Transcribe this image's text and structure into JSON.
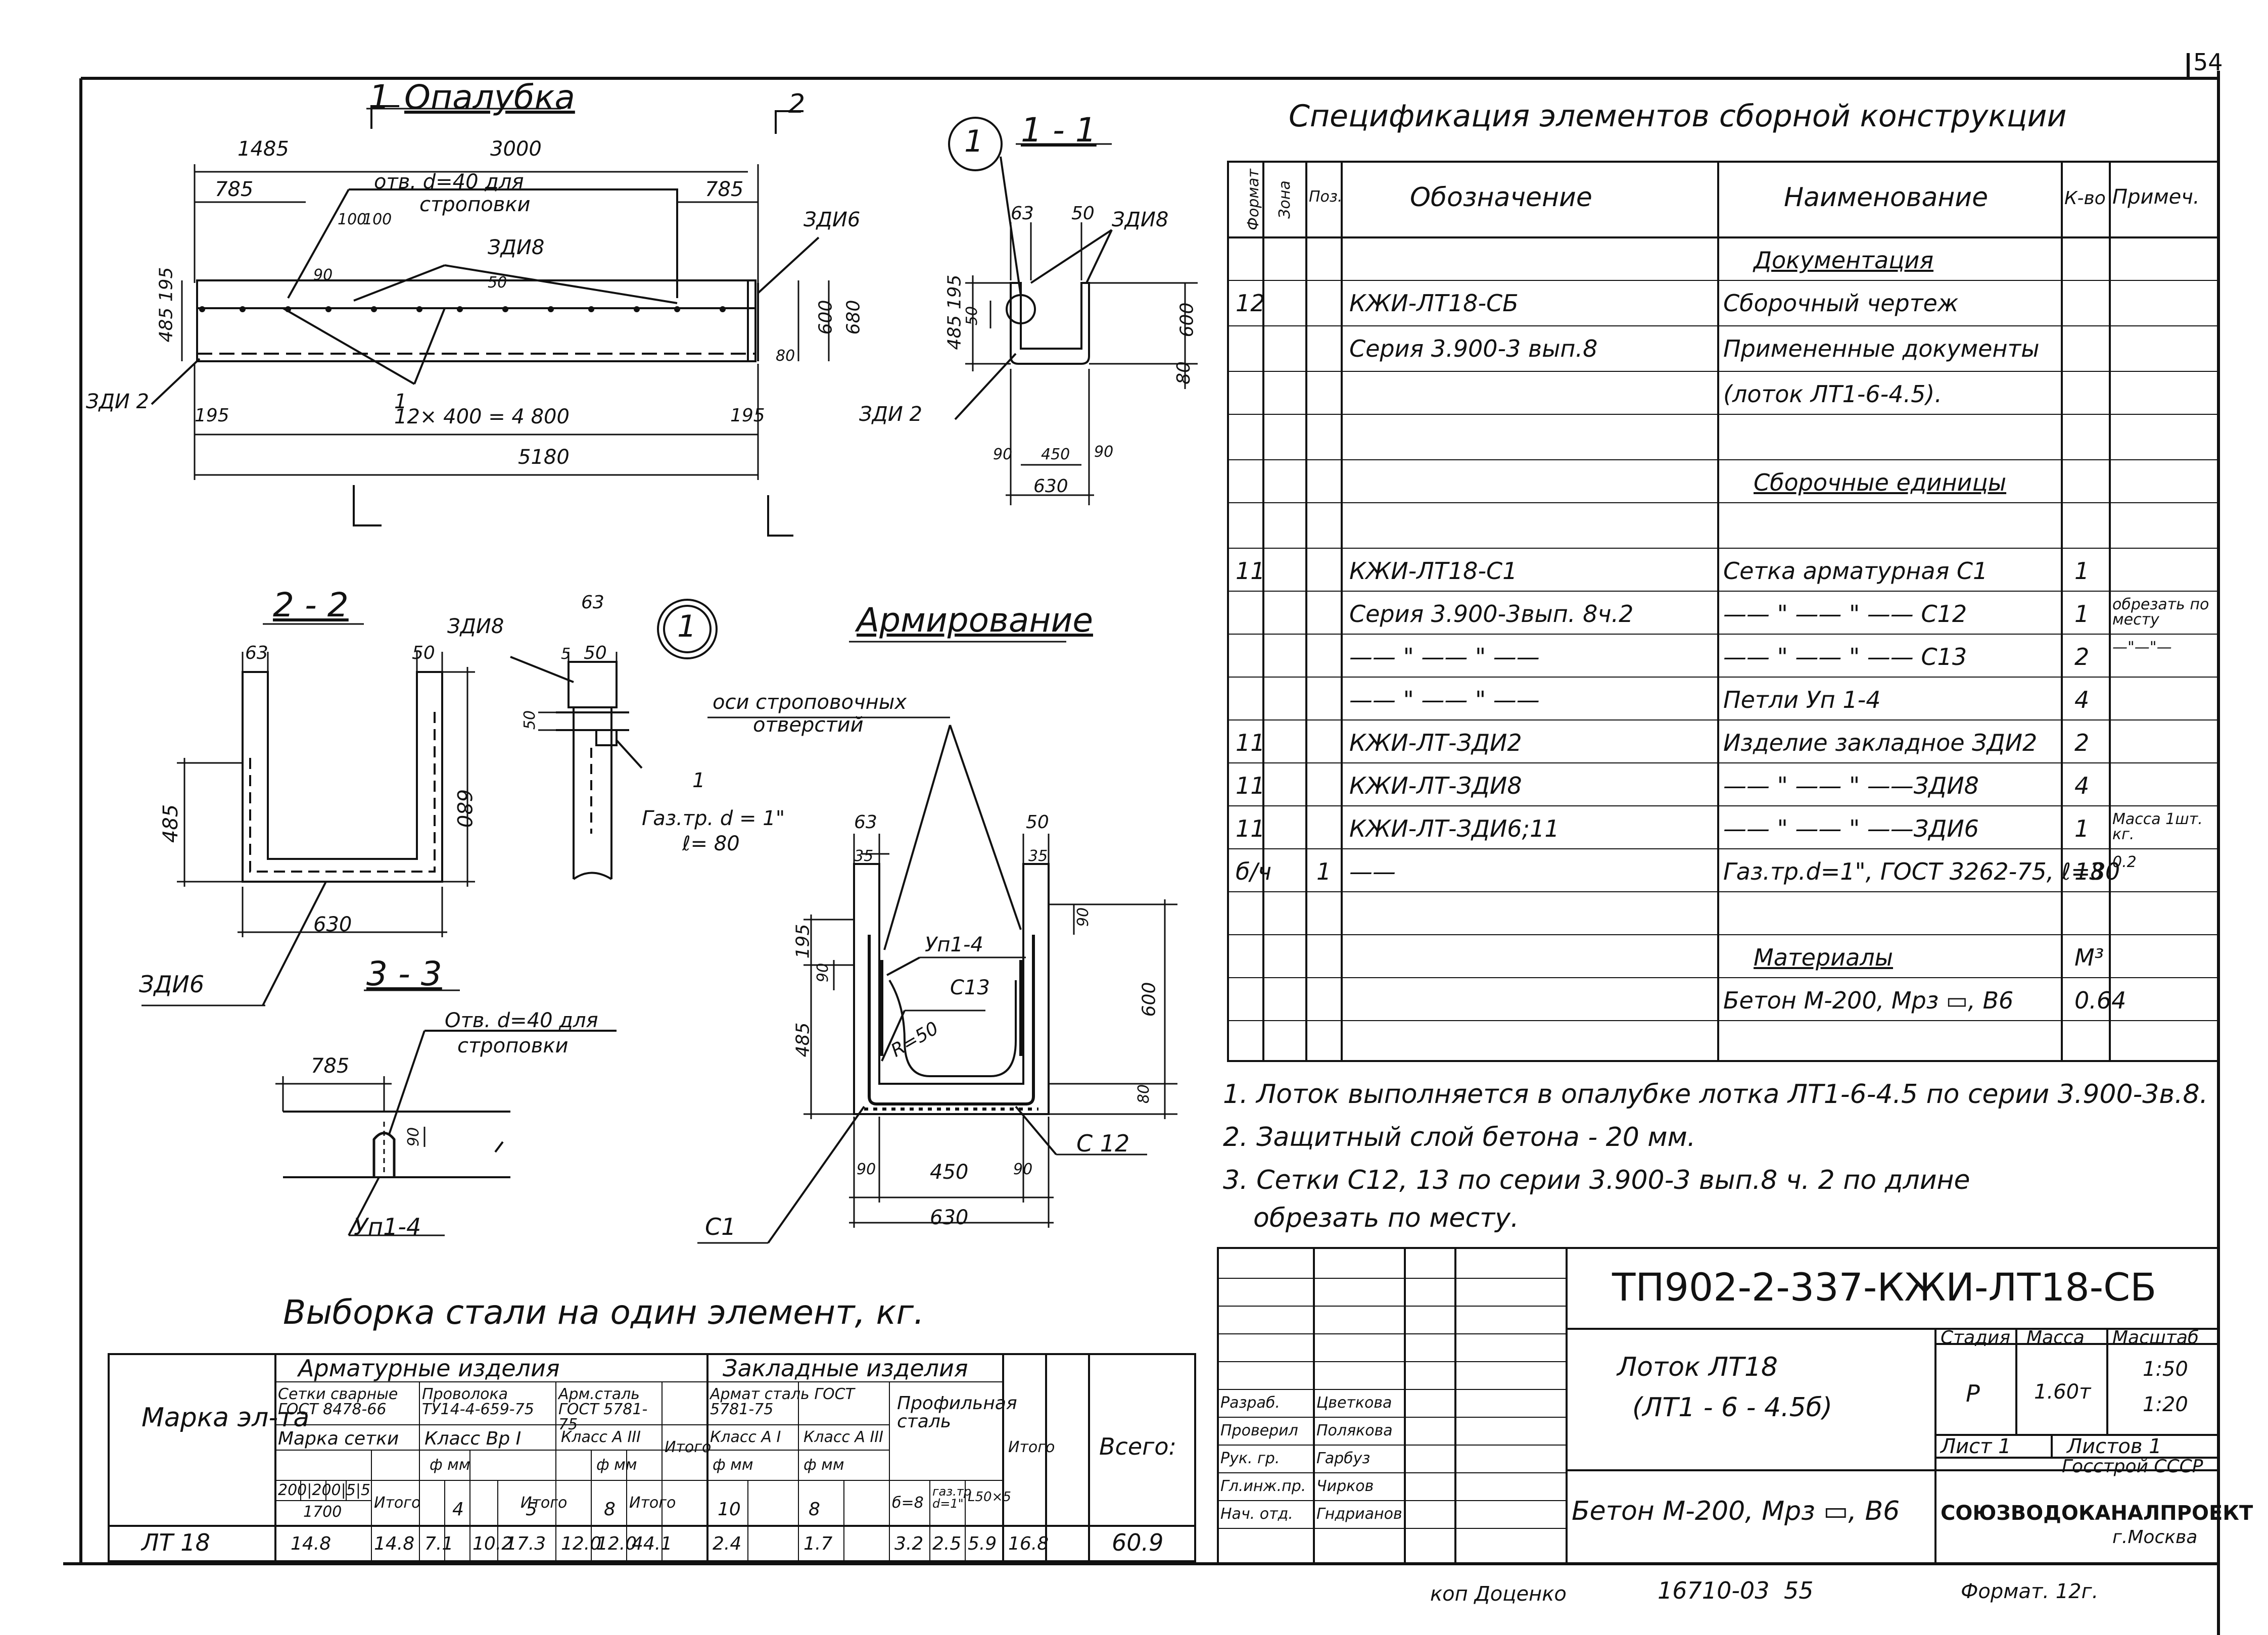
{
  "sheet": {
    "page_number": "54",
    "drawing_code": "ТП902-2-337-КЖИ-ЛТ18-СБ",
    "organization": "СОЮЗВОДОКАНАЛПРОЕКТ",
    "ministry": "Госстрой СССР",
    "city": "г.Москва",
    "copied_by": "коп Доценко",
    "archive_no": "16710-03",
    "archive_sheet": "55",
    "format": "Формат. 12г."
  },
  "views": {
    "opalubka": {
      "title": "Опалубка",
      "section_1": "1",
      "section_2": "2",
      "dims": [
        "1485",
        "3000",
        "785",
        "785",
        "195",
        "485",
        "600",
        "680",
        "80",
        "195",
        "195",
        "12× 400 = 4 800",
        "5180",
        "90",
        "100",
        "100",
        "50"
      ],
      "notes": {
        "holes": "отв. d=40 для",
        "holes2": "строповки",
        "zdi8": "ЗДИ8",
        "zdi6": "ЗДИ6",
        "zdi2": "ЗДИ 2",
        "one": "1"
      }
    },
    "section_1_1": {
      "title": "1 - 1",
      "callout": "1",
      "dims": [
        "63",
        "50",
        "195",
        "485",
        "50",
        "600",
        "80",
        "90",
        "450",
        "90",
        "630"
      ],
      "notes": {
        "zdi8": "ЗДИ8",
        "zdi2": "ЗДИ 2"
      }
    },
    "section_2_2": {
      "title": "2 - 2",
      "dims": [
        "63",
        "50",
        "485",
        "680",
        "630"
      ],
      "notes": {
        "zdi6": "ЗДИ6"
      }
    },
    "detail_1": {
      "callout": "1",
      "dims": [
        "63",
        "5",
        "50",
        "50"
      ],
      "notes": {
        "zdi8": "ЗДИ8",
        "one": "1",
        "pipe": "Газ.тр. d = 1\"",
        "pipe_l": "ℓ= 80"
      }
    },
    "section_3_3": {
      "title": "3 - 3",
      "dims": [
        "785",
        "90"
      ],
      "notes": {
        "holes": "Отв. d=40 для",
        "holes2": "строповки",
        "loop": "Уп1-4"
      }
    },
    "armirovanie": {
      "title": "Армирование",
      "dims": [
        "63",
        "50",
        "35",
        "35",
        "195",
        "90",
        "90",
        "485",
        "600",
        "80",
        "90",
        "450",
        "90",
        "630"
      ],
      "notes": {
        "axes": "оси строповочных",
        "axes2": "отверстий",
        "up14": "Уп1-4",
        "c13": "С13",
        "r": "R=50",
        "c12": "С 12",
        "c1": "С1"
      }
    }
  },
  "spec": {
    "title": "Спецификация элементов сборной конструкции",
    "headers": [
      "Формат",
      "Зона",
      "Поз.",
      "Обозначение",
      "Наименование",
      "К-во",
      "Примеч."
    ],
    "rows": [
      {
        "format": "",
        "zone": "",
        "pos": "",
        "designation": "",
        "name": "Документация",
        "qty": "",
        "note": "",
        "heading": true
      },
      {
        "format": "12",
        "zone": "",
        "pos": "",
        "designation": "КЖИ-ЛТ18-СБ",
        "name": "Сборочный чертеж",
        "qty": "",
        "note": ""
      },
      {
        "format": "",
        "zone": "",
        "pos": "",
        "designation": "Серия 3.900-3 вып.8",
        "name": "Примененные документы",
        "qty": "",
        "note": ""
      },
      {
        "format": "",
        "zone": "",
        "pos": "",
        "designation": "",
        "name": "(лоток ЛТ1-6-4.5).",
        "qty": "",
        "note": ""
      },
      {
        "format": "",
        "zone": "",
        "pos": "",
        "designation": "",
        "name": "",
        "qty": "",
        "note": ""
      },
      {
        "format": "",
        "zone": "",
        "pos": "",
        "designation": "",
        "name": "Сборочные единицы",
        "qty": "",
        "note": "",
        "heading": true
      },
      {
        "format": "",
        "zone": "",
        "pos": "",
        "designation": "",
        "name": "",
        "qty": "",
        "note": ""
      },
      {
        "format": "11",
        "zone": "",
        "pos": "",
        "designation": "КЖИ-ЛТ18-С1",
        "name": "Сетка арматурная С1",
        "qty": "1",
        "note": ""
      },
      {
        "format": "",
        "zone": "",
        "pos": "",
        "designation": "Серия 3.900-3вып. 8ч.2",
        "name": "—— \" —— \" —— С12",
        "qty": "1",
        "note": "обрезать по месту"
      },
      {
        "format": "",
        "zone": "",
        "pos": "",
        "designation": "—— \" —— \" ——",
        "name": "—— \" —— \" —— С13",
        "qty": "2",
        "note": "—\"—\"—"
      },
      {
        "format": "",
        "zone": "",
        "pos": "",
        "designation": "—— \" —— \" ——",
        "name": "Петли Уп 1-4",
        "qty": "4",
        "note": ""
      },
      {
        "format": "11",
        "zone": "",
        "pos": "",
        "designation": "КЖИ-ЛТ-ЗДИ2",
        "name": "Изделие закладное ЗДИ2",
        "qty": "2",
        "note": ""
      },
      {
        "format": "11",
        "zone": "",
        "pos": "",
        "designation": "КЖИ-ЛТ-ЗДИ8",
        "name": "—— \" —— \" ——ЗДИ8",
        "qty": "4",
        "note": ""
      },
      {
        "format": "11",
        "zone": "",
        "pos": "",
        "designation": "КЖИ-ЛТ-ЗДИ6;11",
        "name": "—— \" —— \" ——ЗДИ6",
        "qty": "1",
        "note": "Масса 1шт. кг."
      },
      {
        "format": "б/ч",
        "zone": "",
        "pos": "1",
        "designation": "——",
        "name": "Газ.тр.d=1\", ГОСТ 3262-75, ℓ=80",
        "qty": "13",
        "note": "0.2"
      },
      {
        "format": "",
        "zone": "",
        "pos": "",
        "designation": "",
        "name": "",
        "qty": "",
        "note": ""
      },
      {
        "format": "",
        "zone": "",
        "pos": "",
        "designation": "",
        "name": "Материалы",
        "qty": "М³",
        "note": "",
        "heading": true
      },
      {
        "format": "",
        "zone": "",
        "pos": "",
        "designation": "",
        "name": "Бетон М-200, Мрз ▭, В6",
        "qty": "0.64",
        "note": ""
      },
      {
        "format": "",
        "zone": "",
        "pos": "",
        "designation": "",
        "name": "",
        "qty": "",
        "note": ""
      }
    ]
  },
  "notes": [
    "1. Лоток выполняется в опалубке лотка ЛТ1-6-4.5 по серии 3.900-3в.8.",
    "2. Защитный слой бетона - 20 мм.",
    "3. Сетки С12, 13 по серии 3.900-3 вып.8 ч. 2 по длине",
    "обрезать по месту."
  ],
  "steel": {
    "title": "Выборка стали на один элемент, кг.",
    "h_mark": "Марка эл-та",
    "h_arm": "Арматурные изделия",
    "h_zakl": "Закладные изделия",
    "h_nets": "Сетки сварные ГОСТ 8478-66",
    "h_wire": "Проволока ТУ14-4-659-75",
    "h_armsteel": "Арм.сталь ГОСТ 5781-75",
    "h_armsteel2": "Армат сталь ГОСТ 5781-75",
    "h_prof": "Профильная сталь",
    "h_mark_net": "Марка сетки",
    "h_class_bp": "Класс Вр I",
    "h_class_a3": "Класс А III",
    "h_class_a1": "Класс А I",
    "h_class_a3b": "Класс А III",
    "h_total": "Итого",
    "h_all": "Всего:",
    "h_net_sizes": "200|200|5|5",
    "h_net_val": "1700",
    "h_phi": "ф мм",
    "h_wire_d": [
      "4",
      "5"
    ],
    "h_armsteel_d": "8",
    "h_a1_d": "10",
    "h_a3_d": "8",
    "h_prof_cols": [
      "б=8",
      "газ.тр d=1\"",
      "L50×5"
    ],
    "row": [
      "ЛТ 18",
      "14.8",
      "14.8",
      "7.1",
      "10.2",
      "17.3",
      "12.0",
      "12.0",
      "44.1",
      "2.4",
      "",
      "1.7",
      "",
      "3.2",
      "2.5",
      "5.9",
      "16.8",
      "60.9"
    ]
  },
  "title_block": {
    "roles": [
      "Разраб.",
      "Проверил",
      "Рук. гр.",
      "Гл.инж.пр.",
      "Нач. отд."
    ],
    "names": [
      "Цветкова",
      "Полякова",
      "Гарбуз",
      "Чирков",
      "Гндрианов"
    ],
    "product": "Лоток ЛТ18",
    "product_sub": "(ЛТ1 - 6 - 4.5б)",
    "concrete": "Бетон М-200, Мрз ▭, В6",
    "h_stage": "Стадия",
    "h_mass": "Масса",
    "h_scale": "Масштаб",
    "stage": "Р",
    "mass": "1.60т",
    "scale1": "1:50",
    "scale2": "1:20",
    "sheet_label": "Лист 1",
    "sheets_label": "Листов 1"
  }
}
